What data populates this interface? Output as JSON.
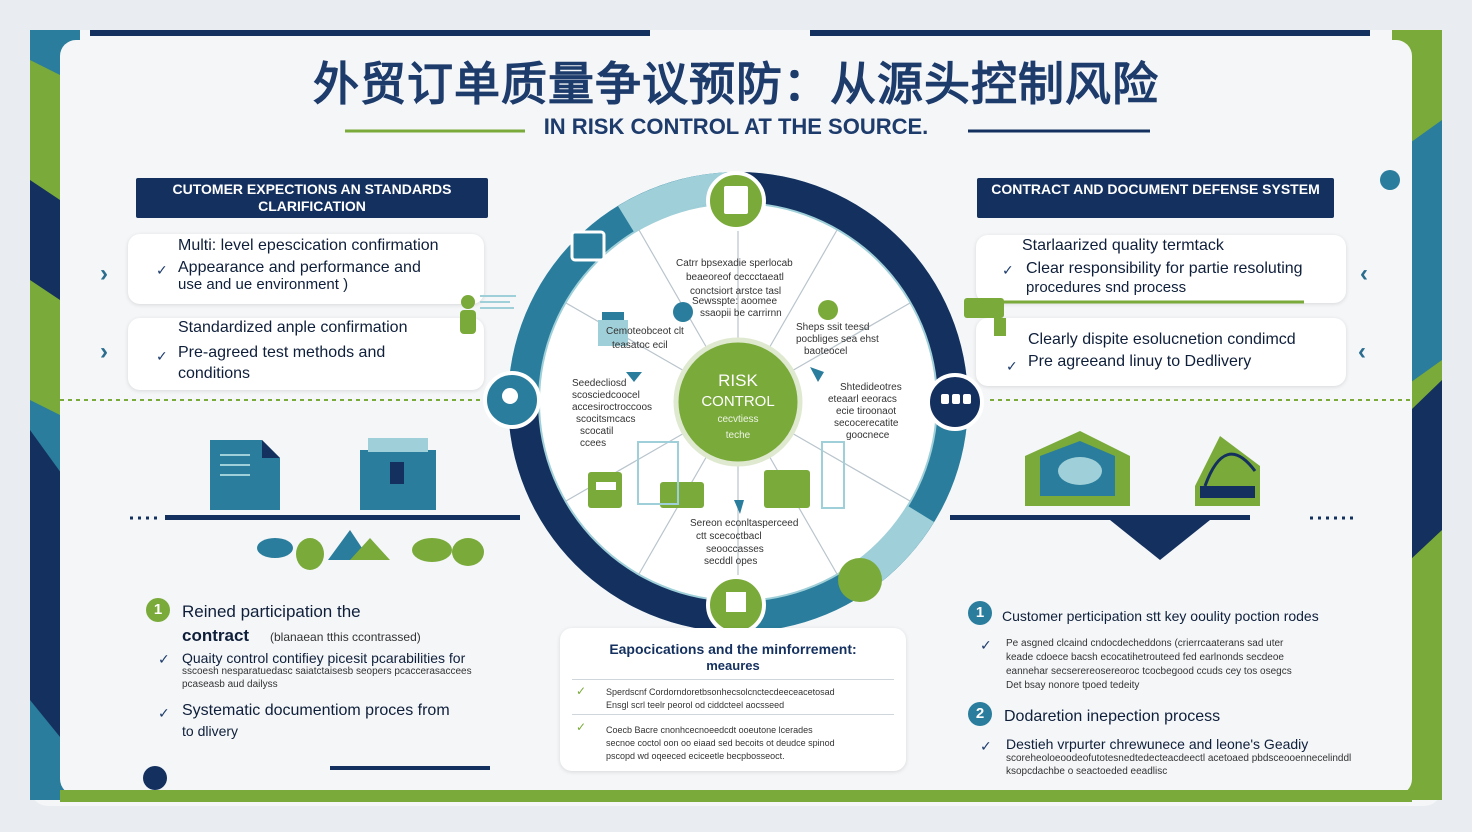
{
  "title": "外贸订单质量争议预防：从源头控制风险",
  "subtitle": "IN RISK CONTROL AT  THE SOURCE.",
  "colors": {
    "navy": "#14305f",
    "green": "#7aaa3a",
    "teal": "#2a7d9c",
    "light_teal": "#9fcfd8"
  },
  "left_panel": {
    "header": "CUTOMER EXPECTIONS AN STANDARDS CLARIFICATION",
    "card1": {
      "line1": "Multi: level epescication confirmation",
      "line2": "Appearance  and  performance and",
      "line3": "use and ue environment )"
    },
    "card2": {
      "line1": "Standardized anple confirmation",
      "line2": "Pre-agreed test methods and",
      "line3": "conditions"
    }
  },
  "right_panel": {
    "header": "CONTRACT AND DOCUMENT DEFENSE SYSTEM",
    "card1": {
      "line1": "Starlaarized quality termtack",
      "line2": "Clear responsibility for partie resoluting",
      "line3": "procedures snd process"
    },
    "card2": {
      "line1": "Clearly dispite esolucnetion condimcd",
      "line2": "Pre agreeand linuy to Dedlivery"
    }
  },
  "center": {
    "core_line1": "RISK",
    "core_line2": "CONTROL",
    "core_line3": "cecvtiess",
    "core_line4": "teche",
    "seg_top": [
      "Catrr bpsexadie sperlocab",
      "beaeoreof ceccctaeatl",
      "conctsiort arstce tasl"
    ],
    "seg_upper_left": [
      "Sewsspte: aoomee",
      "ssaopii be carrirnn"
    ],
    "seg_left": [
      "Cemoteobceot clt",
      "teasatoc ecil"
    ],
    "seg_left2": [
      "Seedecliosd",
      "scosciedcoocel",
      "accesiroctroccoos",
      "scocitsmcacs",
      "scocatil",
      "ccees"
    ],
    "seg_upper_right": [
      "Sheps ssit teesd",
      "pocbliges sea ehst",
      "baoteocel"
    ],
    "seg_right": [
      "Shtedideotres",
      "eteaarl eeoracs",
      "ecie tiroonaot",
      "secocerecatite",
      "goocnece"
    ],
    "seg_bottom": [
      "Sereon econltasperceed",
      "ctt scecoctbacl",
      "seooccasses",
      "secddl opes"
    ]
  },
  "bottom_left": {
    "item1_title_a": "Reined participation  the",
    "item1_title_b": "contract",
    "item1_title_note": "(blanaean tthis ccontrassed)",
    "item1_check": "Quaity control contifiey picesit pcarabilities for",
    "item1_small1": "sscoesh nesparatuedasc saiatctaisesb seopers pcaccerasaccees",
    "item1_small2": "pcaseasb aud dailyss",
    "item2": "Systematic documentiom proces from",
    "item2b": "to dlivery"
  },
  "bottom_center": {
    "header_a": "Eapocications and the minforrement:",
    "header_b": "meaures",
    "row1a": "Sperdscnf Cordorndoretbsonhecsolcnctecdeeceacetosad",
    "row1b": "Ensgl scrl teelr peorol od ciddcteel aocsseed",
    "row2a": "Coecb Bacre cnonhcecnoeedcdt ooeutone lcerades",
    "row2b": "secnoe coctol oon oo eiaad sed becoits ot deudce spinod",
    "row2c": "pscopd wd oqeeced eciceetle becpbosseoct."
  },
  "bottom_right": {
    "item1_num": "1",
    "item1_title": "Customer perticipation stt   key ooulity poction rodes",
    "item1_a": "Pe asgned clcaind cndocdecheddons (crierrcaaterans sad uter",
    "item1_b": "keade cdoece bacsh ecocatihetrouteed fed earlnonds secdeoe",
    "item1_c": "eannehar secserereosereoroc tcocbegood ccuds cey tos osegcs",
    "item1_d": "Det bsay nonore tpoed tedeity",
    "item2_num": "2",
    "item2_title": "Dodaretion inepection process",
    "item2_a": "Destieh  vrpurter chrewunece and leone's Geadiy",
    "item2_b": "scoreheoloeoodeofutotesnedtedecteacdeectl acetoaed pbdsceooennecelinddl",
    "item2_c": "ksopcdachbe o seactoeded eeadlisc"
  }
}
